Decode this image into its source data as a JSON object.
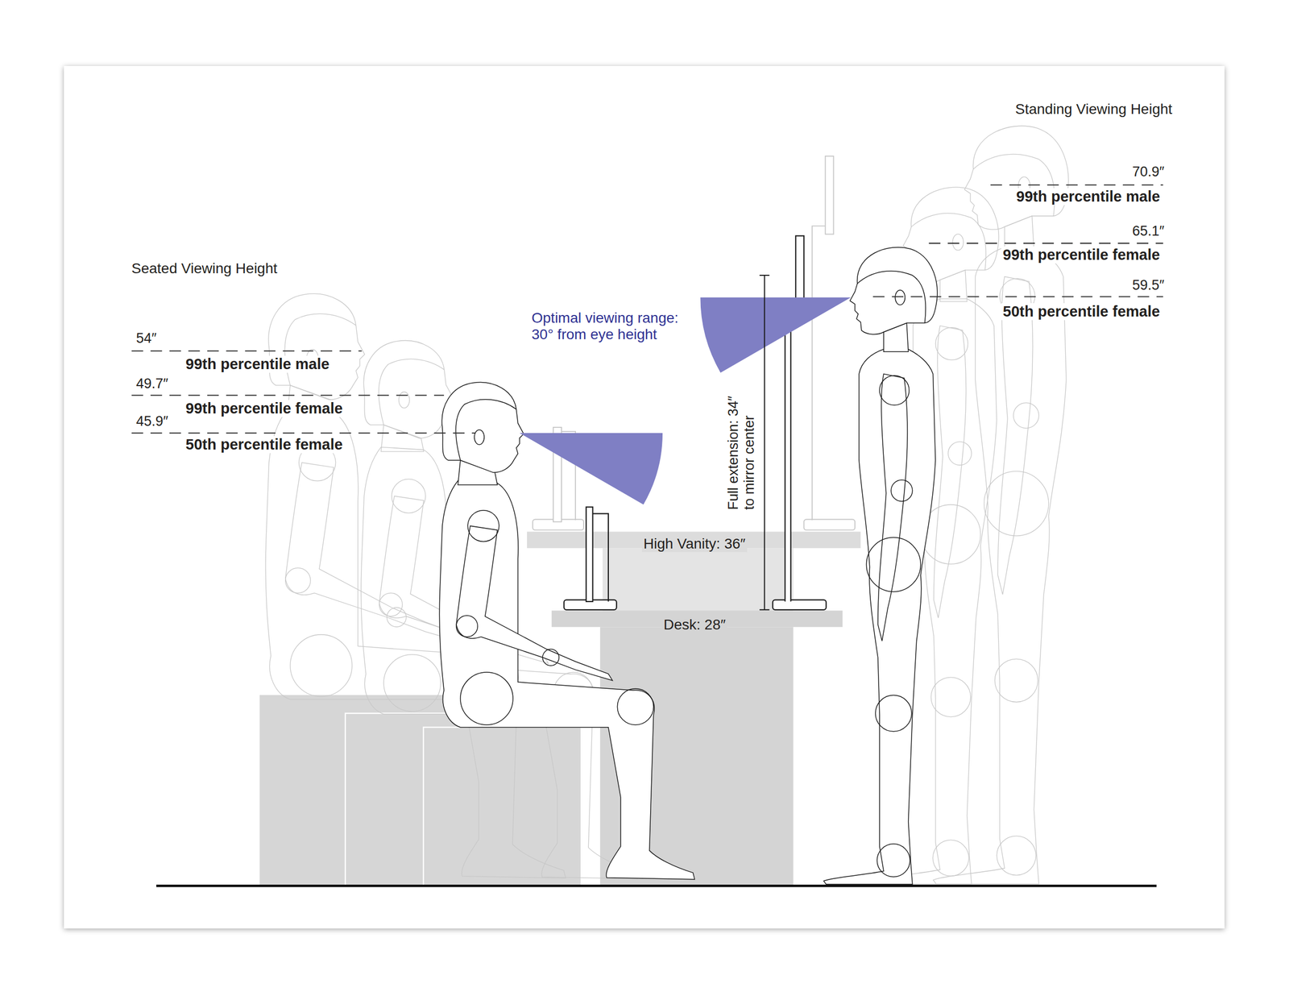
{
  "diagram": {
    "labels": [
      "Standing Viewing Height",
      "70.9″",
      "99th percentile male",
      "65.1″",
      "99th percentile female",
      "59.5″",
      "50th percentile female",
      "Seated Viewing Height",
      "54″",
      "99th percentile male",
      "49.7″",
      "99th percentile female",
      "45.9″",
      "50th percentile female",
      "Optimal viewing range: 30° from eye height",
      "High Vanity: 36″",
      "Desk: 28″",
      "Full extension: 34″ to mirror center"
    ]
  }
}
